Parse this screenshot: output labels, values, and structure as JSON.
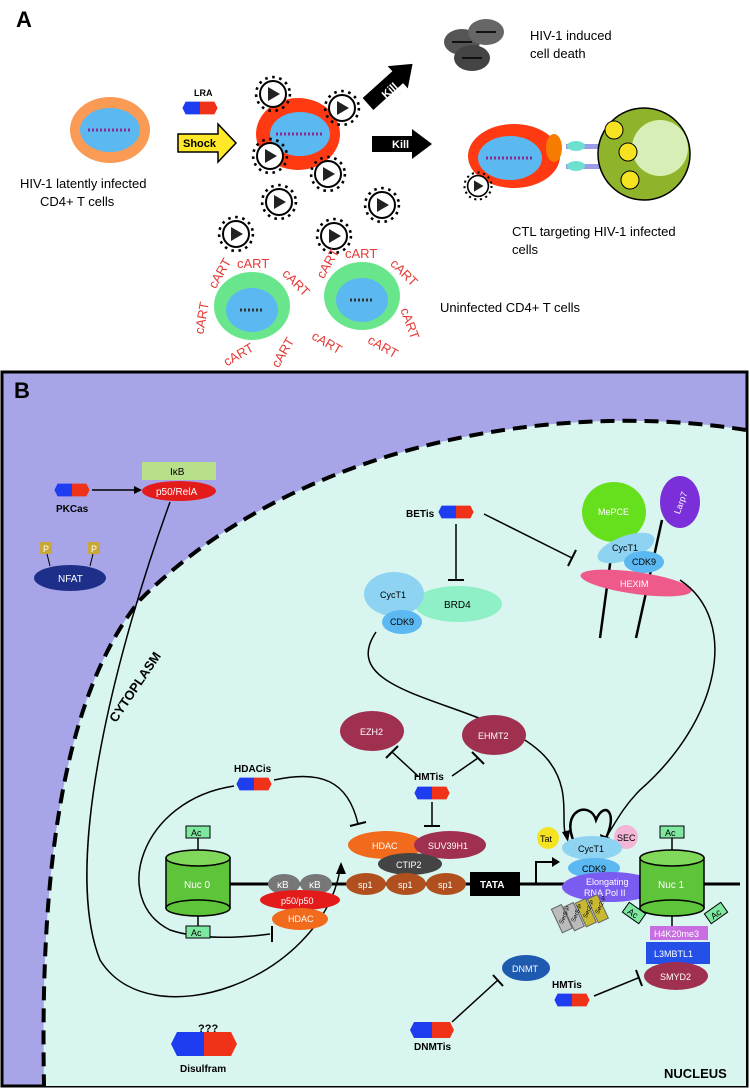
{
  "panel_a": {
    "label": "A",
    "lra_label": "LRA",
    "shock_label": "Shock",
    "kill_label_1": "Kill",
    "kill_label_2": "Kill",
    "latent_cell_label_1": "HIV-1 latently infected",
    "latent_cell_label_2": "CD4+ T cells",
    "death_label_1": "HIV-1 induced",
    "death_label_2": "cell death",
    "ctl_label_1": "CTL targeting HIV-1 infected",
    "ctl_label_2": "cells",
    "uninfected_label": "Uninfected CD4+ T cells",
    "cart_label": "cART"
  },
  "panel_b": {
    "label": "B",
    "cytoplasm_label": "CYTOPLASM",
    "nucleus_label": "NUCLEUS",
    "pkcas_label": "PKCas",
    "ikb_label": "IκB",
    "p50rela_label": "p50/RelA",
    "nfat_label": "NFAT",
    "p_label": "P",
    "betis_label": "BETis",
    "mepce_label": "MePCE",
    "larp7_label": "Larp7",
    "cyct1_label": "CycT1",
    "cdk9_label": "CDK9",
    "hexim_label": "HEXIM",
    "brd4_label": "BRD4",
    "ezh2_label": "EZH2",
    "ehmt2_label": "EHMT2",
    "hmtis_label": "HMTis",
    "hdacis_label": "HDACis",
    "hdac_label": "HDAC",
    "suv39h1_label": "SUV39H1",
    "ctip2_label": "CTIP2",
    "sp1_label": "sp1",
    "tata_label": "TATA",
    "nuc0_label": "Nuc 0",
    "nuc1_label": "Nuc 1",
    "ac_label": "Ac",
    "kb_label": "κB",
    "p50p50_label": "p50/p50",
    "tat_label": "Tat",
    "sec_label": "SEC",
    "polii_label_1": "Elongating",
    "polii_label_2": "RNA Pol II",
    "h4k20_label": "H4K20me3",
    "l3mbtl1_label": "L3MBTL1",
    "smyd2_label": "SMYD2",
    "dnmt_label": "DNMT",
    "dnmtis_label": "DNMTis",
    "disulfram_q": "???",
    "disulfram_label": "Disulfram",
    "ctd_labels": [
      "Ser5-P",
      "Ser5-P",
      "Ser2-P",
      "Ser2-P"
    ]
  },
  "colors": {
    "cytoplasm": "#a7a5e8",
    "nucleus": "#d8f5f0",
    "infected_cell": "#ff3a12",
    "latent_cell": "#f99a55",
    "nucleus_blue": "#5bb8f0",
    "uninfected_cell": "#69e68c",
    "cart_red": "#e53935",
    "drug_blue": "#1e3cf0",
    "drug_red": "#f03218",
    "hdac_orange": "#f26a1b",
    "maroon": "#a03050",
    "brown": "#b0501e",
    "green_nuc": "#5ec43a",
    "purple": "#6a2fd8",
    "pink": "#ee5a8a"
  }
}
